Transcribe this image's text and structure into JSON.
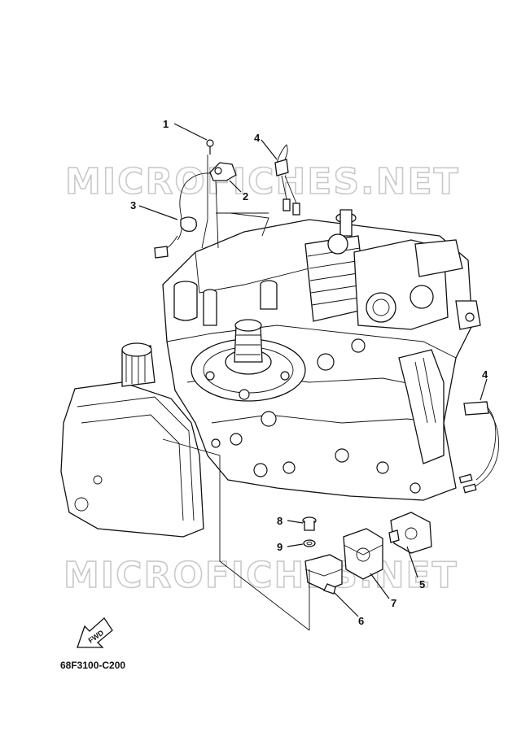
{
  "diagram": {
    "watermark": "MICROFICHES.NET",
    "diagram_code": "68F3100-C200",
    "fwd_label": "FWD",
    "callouts": [
      "1",
      "2",
      "3",
      "4",
      "4",
      "5",
      "6",
      "7",
      "8",
      "9"
    ]
  }
}
